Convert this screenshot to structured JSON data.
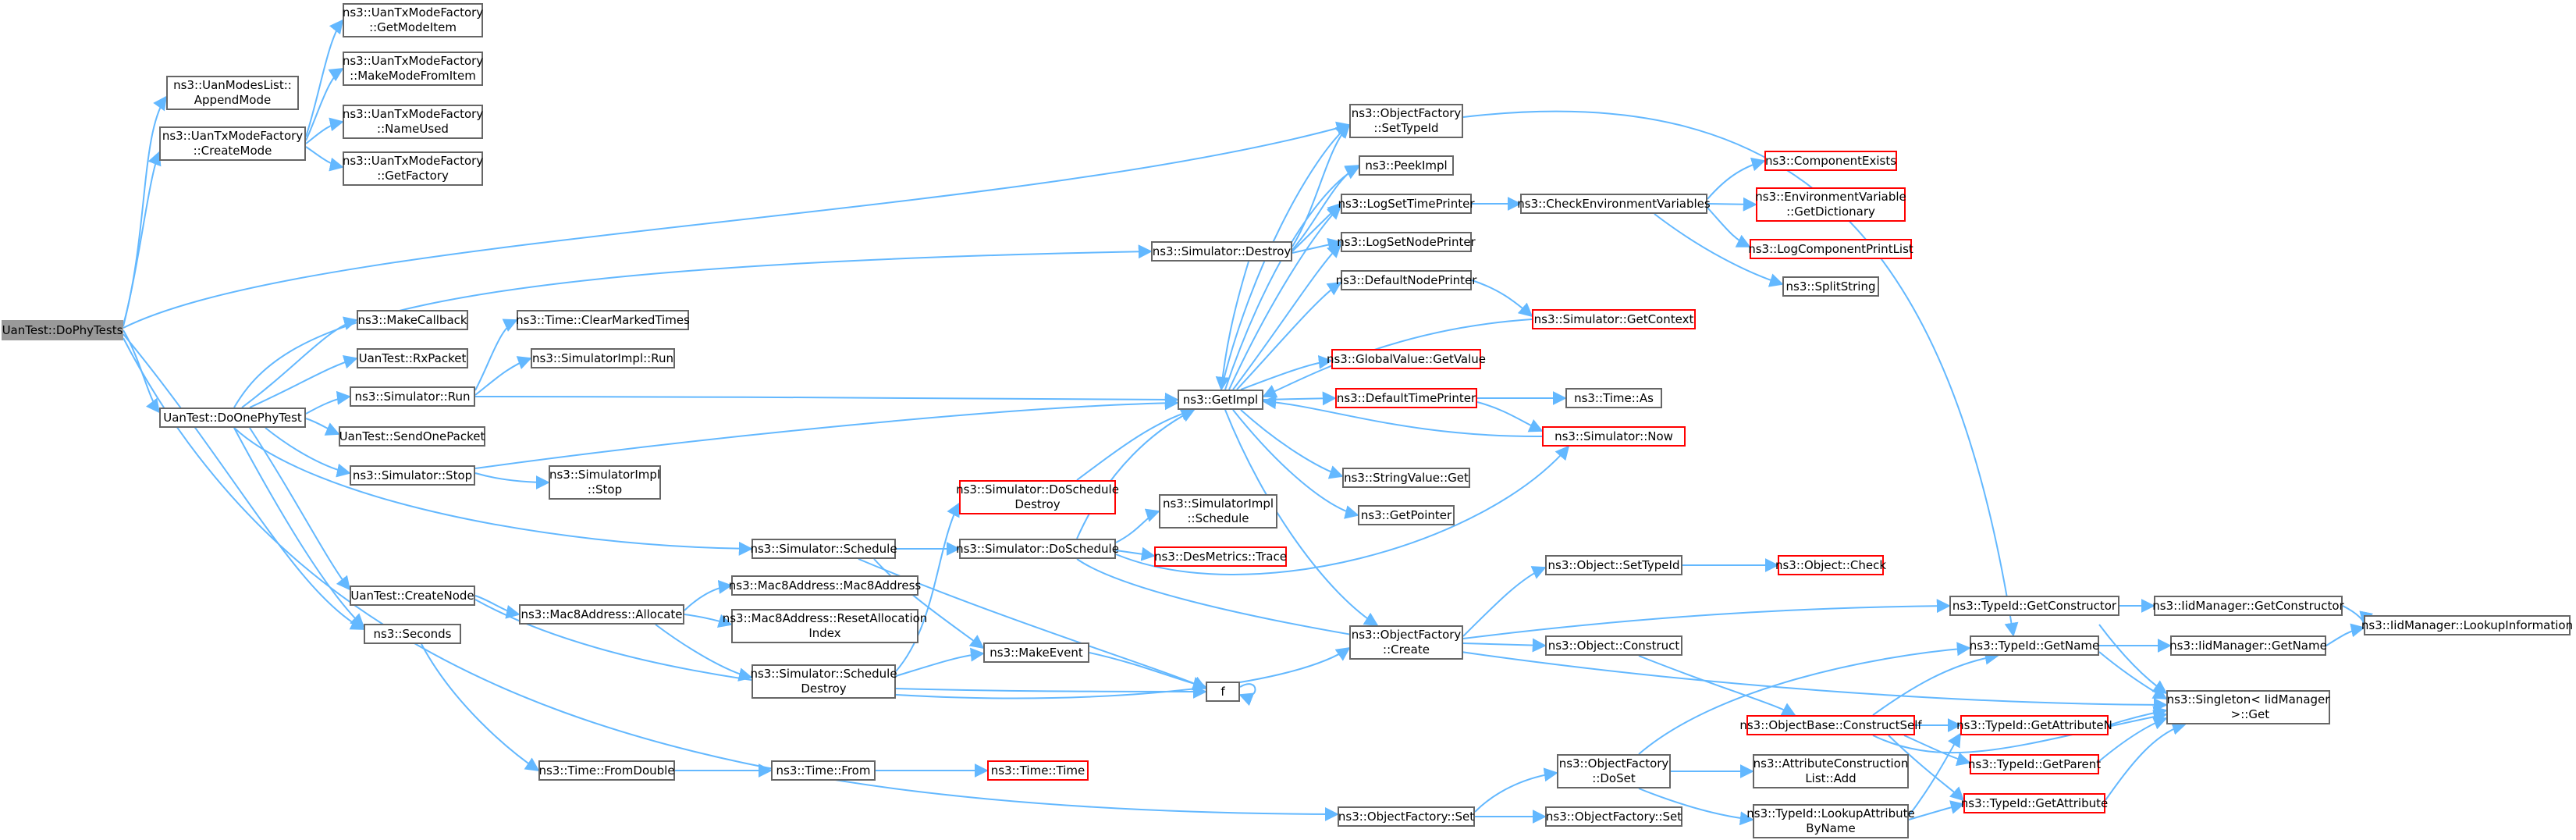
{
  "nodes": {
    "uantest_dophytests": "UanTest::DoPhyTests",
    "uanmodeslist_appendmode": "ns3::UanModesList::\nAppendMode",
    "uantxmodefactory_createmode": "ns3::UanTxModeFactory\n::CreateMode",
    "uantxmodefactory_getmodeitem": "ns3::UanTxModeFactory\n::GetModeItem",
    "uantxmodefactory_makemodefromitem": "ns3::UanTxModeFactory\n::MakeModeFromItem",
    "uantxmodefactory_nameused": "ns3::UanTxModeFactory\n::NameUsed",
    "uantxmodefactory_getfactory": "ns3::UanTxModeFactory\n::GetFactory",
    "uantest_doonephytest": "UanTest::DoOnePhyTest",
    "makecallback": "ns3::MakeCallback",
    "uantest_rxpacket": "UanTest::RxPacket",
    "simulator_run": "ns3::Simulator::Run",
    "uantest_sendonepacket": "UanTest::SendOnePacket",
    "simulator_stop": "ns3::Simulator::Stop",
    "uantest_createnode": "UanTest::CreateNode",
    "seconds": "ns3::Seconds",
    "time_clearmarkedtimes": "ns3::Time::ClearMarkedTimes",
    "simulatorimpl_run": "ns3::SimulatorImpl::Run",
    "simulatorimpl_stop": "ns3::SimulatorImpl\n::Stop",
    "mac8address_allocate": "ns3::Mac8Address::Allocate",
    "mac8address_ctor": "ns3::Mac8Address::Mac8Address",
    "mac8address_resetallocationindex": "ns3::Mac8Address::ResetAllocation\nIndex",
    "simulator_scheduledestroy": "ns3::Simulator::Schedule\nDestroy",
    "simulator_schedule": "ns3::Simulator::Schedule",
    "simulator_dodestroy": "ns3::Simulator::DoSchedule\nDestroy",
    "simulator_doschedule": "ns3::Simulator::DoSchedule",
    "simulatorimpl_schedule": "ns3::SimulatorImpl\n::Schedule",
    "desmetrics_trace": "ns3::DesMetrics::Trace",
    "makeevent": "ns3::MakeEvent",
    "f": "f",
    "time_fromdouble": "ns3::Time::FromDouble",
    "time_from": "ns3::Time::From",
    "time_time": "ns3::Time::Time",
    "simulator_destroy": "ns3::Simulator::Destroy",
    "getimpl": "ns3::GetImpl",
    "objectfactory_settypeid": "ns3::ObjectFactory\n::SetTypeId",
    "peekimpl": "ns3::PeekImpl",
    "logsettimeprinter": "ns3::LogSetTimePrinter",
    "logsetnodeprinter": "ns3::LogSetNodePrinter",
    "defaultnodeprinter": "ns3::DefaultNodePrinter",
    "globalvalue_getvalue": "ns3::GlobalValue::GetValue",
    "defaulttimeprinter": "ns3::DefaultTimePrinter",
    "stringvalue_get": "ns3::StringValue::Get",
    "getpointer": "ns3::GetPointer",
    "checkenvironmentvariables": "ns3::CheckEnvironmentVariables",
    "componentexists": "ns3::ComponentExists",
    "environmentvariable_getdictionary": "ns3::EnvironmentVariable\n::GetDictionary",
    "logcomponentprintlist": "ns3::LogComponentPrintList",
    "splitstring": "ns3::SplitString",
    "simulator_getcontext": "ns3::Simulator::GetContext",
    "time_as": "ns3::Time::As",
    "simulator_now": "ns3::Simulator::Now",
    "object_settypeid": "ns3::Object::SetTypeId",
    "object_check": "ns3::Object::Check",
    "objectfactory_create": "ns3::ObjectFactory\n::Create",
    "object_construct": "ns3::Object::Construct",
    "objectbase_constructself": "ns3::ObjectBase::ConstructSelf",
    "objectfactory_doset": "ns3::ObjectFactory\n::DoSet",
    "attributeconstructionlist_add": "ns3::AttributeConstruction\nList::Add",
    "typeid_lookupattributebyname": "ns3::TypeId::LookupAttribute\nByName",
    "objectfactory_set_a": "ns3::ObjectFactory::Set",
    "objectfactory_set_b": "ns3::ObjectFactory::Set",
    "typeid_getconstructor": "ns3::TypeId::GetConstructor",
    "typeid_getname": "ns3::TypeId::GetName",
    "typeid_getattributen": "ns3::TypeId::GetAttributeN",
    "typeid_getparent": "ns3::TypeId::GetParent",
    "typeid_getattribute": "ns3::TypeId::GetAttribute",
    "iidmanager_getconstructor": "ns3::IidManager::GetConstructor",
    "iidmanager_getname": "ns3::IidManager::GetName",
    "iidmanager_lookupinformation": "ns3::IidManager::LookupInformation",
    "singleton_get": "ns3::Singleton< IidManager\n >::Get"
  },
  "colors": {
    "edge": "#63b8ff",
    "node_border": "#666666",
    "node_border_truncated": "#ff0000",
    "root_fill": "#999999",
    "background": "#ffffff"
  }
}
